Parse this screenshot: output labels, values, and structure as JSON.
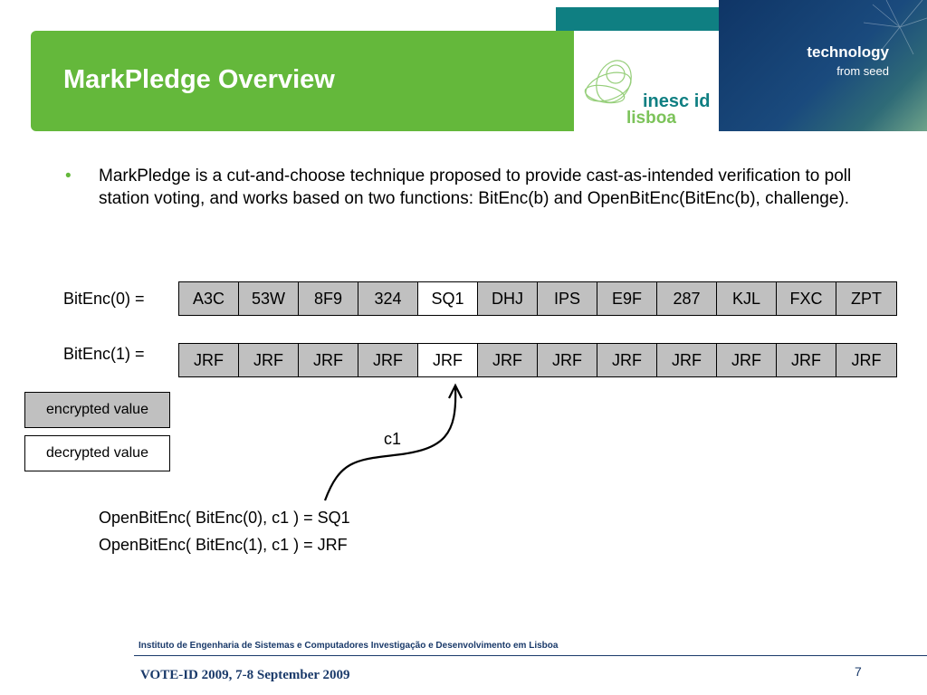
{
  "slide": {
    "title": "MarkPledge Overview",
    "bullet_marker": "•",
    "bullet_text": "MarkPledge is a cut-and-choose technique proposed to provide cast-as-intended verification to poll station voting, and works based on two functions: BitEnc(b) and OpenBitEnc(BitEnc(b), challenge)."
  },
  "branding": {
    "logo_text_top": "inesc id",
    "logo_text_bottom": "lisboa",
    "tagline_main": "technology",
    "tagline_sub": "from seed",
    "green": "#64b83b",
    "teal": "#0f7f82",
    "navy": "#0f3566"
  },
  "table": {
    "row0_label": "BitEnc(0) =",
    "row1_label": "BitEnc(1) =",
    "row0": [
      "A3C",
      "53W",
      "8F9",
      "324",
      "SQ1",
      "DHJ",
      "IPS",
      "E9F",
      "287",
      "KJL",
      "FXC",
      "ZPT"
    ],
    "row1": [
      "JRF",
      "JRF",
      "JRF",
      "JRF",
      "JRF",
      "JRF",
      "JRF",
      "JRF",
      "JRF",
      "JRF",
      "JRF",
      "JRF"
    ],
    "opened_index": 4,
    "encrypted_color": "#c0c0c0",
    "decrypted_color": "#ffffff"
  },
  "legend": {
    "encrypted": "encrypted value",
    "decrypted": "decrypted value"
  },
  "challenge_label": "c1",
  "formulas": [
    "OpenBitEnc( BitEnc(0), c1 ) = SQ1",
    "OpenBitEnc( BitEnc(1), c1 ) = JRF"
  ],
  "footer": {
    "institute": "Instituto de Engenharia de Sistemas e Computadores Investigação e Desenvolvimento em Lisboa",
    "event": "VOTE-ID 2009, 7-8 September 2009",
    "page_number": "7"
  }
}
